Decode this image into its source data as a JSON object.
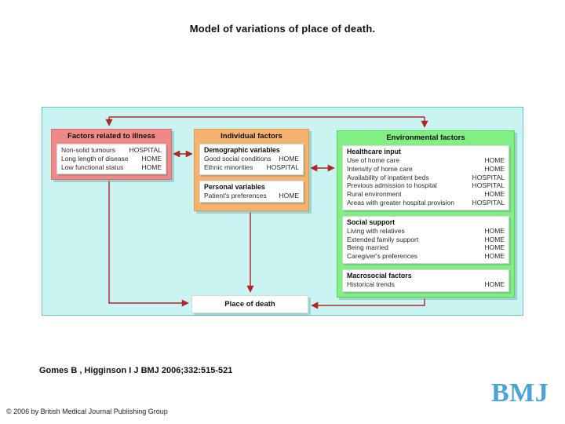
{
  "title": "Model of variations of place of death.",
  "citation": "Gomes B , Higginson I J BMJ 2006;332:515-521",
  "copyright": "© 2006 by British Medical Journal Publishing Group",
  "logo_text": "BMJ",
  "colors": {
    "canvas_background": "#c9f4f2",
    "illness_box": "#f18888",
    "individual_box": "#f6b26d",
    "environmental_box": "#83ee83",
    "arrow": "#b32525",
    "bmj_logo": "#4aa3da"
  },
  "diagram": {
    "boxes": [
      {
        "id": "illness",
        "title": "Factors related to illness",
        "groups": [
          {
            "rows": [
              [
                "Non-solid tumours",
                "HOSPITAL"
              ],
              [
                "Long length of disease",
                "HOME"
              ],
              [
                "Low functional status",
                "HOME"
              ]
            ]
          }
        ]
      },
      {
        "id": "individual",
        "title": "Individual factors",
        "groups": [
          {
            "heading": "Demographic variables",
            "rows": [
              [
                "Good social conditions",
                "HOME"
              ],
              [
                "Ethnic minorities",
                "HOSPITAL"
              ]
            ]
          },
          {
            "heading": "Personal variables",
            "rows": [
              [
                "Patient's preferences",
                "HOME"
              ]
            ]
          }
        ]
      },
      {
        "id": "environmental",
        "title": "Environmental factors",
        "groups": [
          {
            "heading": "Healthcare input",
            "rows": [
              [
                "Use of home care",
                "HOME"
              ],
              [
                "Intensity of home care",
                "HOME"
              ],
              [
                "Availability of inpatient beds",
                "HOSPITAL"
              ],
              [
                "Previous admission to hospital",
                "HOSPITAL"
              ],
              [
                "Rural environment",
                "HOME"
              ],
              [
                "Areas with greater hospital provision",
                "HOSPITAL"
              ]
            ]
          },
          {
            "heading": "Social support",
            "rows": [
              [
                "Living with relatives",
                "HOME"
              ],
              [
                "Extended family support",
                "HOME"
              ],
              [
                "Being married",
                "HOME"
              ],
              [
                "Caregiver's preferences",
                "HOME"
              ]
            ]
          },
          {
            "heading": "Macrosocial factors",
            "rows": [
              [
                "Historical trends",
                "HOME"
              ]
            ]
          }
        ]
      }
    ],
    "sink": "Place of death"
  }
}
